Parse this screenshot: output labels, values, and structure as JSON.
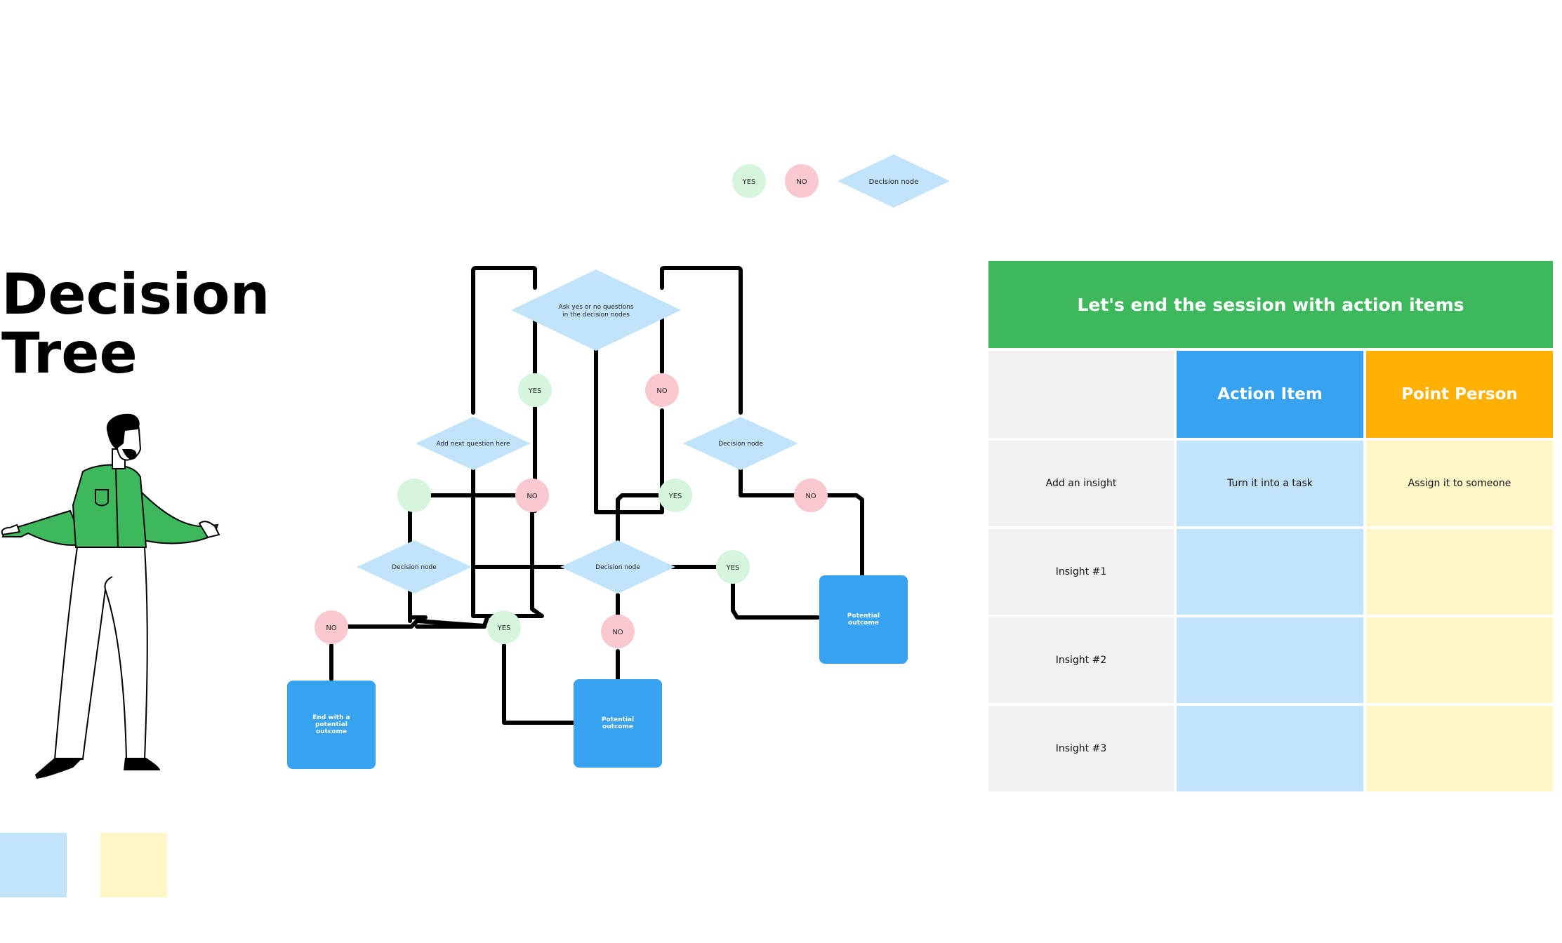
{
  "title": {
    "line1": "Decision",
    "line2": "Tree"
  },
  "legend": {
    "yes": "YES",
    "no": "NO",
    "decision": "Decision node"
  },
  "diagram": {
    "root": {
      "line1": "Ask yes or no questions",
      "line2": "in the decision nodes"
    },
    "yes": "YES",
    "no": "NO",
    "next_question": "Add next question here",
    "decision_node": "Decision node",
    "outcome": {
      "line1": "Potential",
      "line2": "outcome"
    },
    "end_outcome": {
      "line1": "End with a",
      "line2": "potential",
      "line3": "outcome"
    }
  },
  "table": {
    "header": "Let's end the session with action items",
    "columns": [
      "",
      "Action Item",
      "Point Person"
    ],
    "rows": [
      [
        "Add an insight",
        "Turn it into a task",
        "Assign it to someone"
      ],
      [
        "Insight #1",
        "",
        ""
      ],
      [
        "Insight #2",
        "",
        ""
      ],
      [
        "Insight #3",
        "",
        ""
      ]
    ]
  },
  "colors": {
    "yes": "#d5f5dc",
    "no": "#f9c9cf",
    "decision": "#c2e4fb",
    "outcome": "#36a2f0",
    "header": "#3db85c",
    "action": "#36a2f0",
    "point": "#ffb000",
    "action_light": "#c2e4fb",
    "point_light": "#fff6c8",
    "row_gray": "#f1f1f1"
  }
}
